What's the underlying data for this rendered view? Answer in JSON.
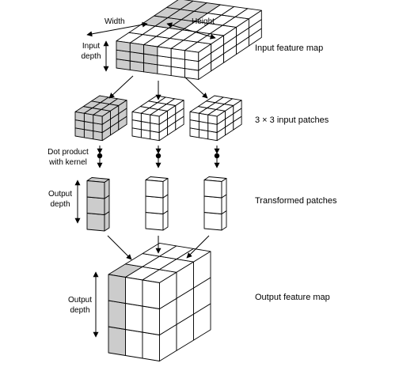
{
  "labels": {
    "width": "Width",
    "height": "Height",
    "input_depth_1": "Input",
    "input_depth_2": "depth",
    "dot_product_1": "Dot product",
    "dot_product_2": "with kernel",
    "output_depth_small_1": "Output",
    "output_depth_small_2": "depth",
    "output_depth_big_1": "Output",
    "output_depth_big_2": "depth"
  },
  "stages": {
    "input_feature_map": "Input feature map",
    "input_patches": "3 × 3 input patches",
    "transformed_patches": "Transformed patches",
    "output_feature_map": "Output feature map"
  },
  "colors": {
    "highlight": "#cccccc",
    "face": "#ffffff",
    "stroke": "#000000"
  }
}
